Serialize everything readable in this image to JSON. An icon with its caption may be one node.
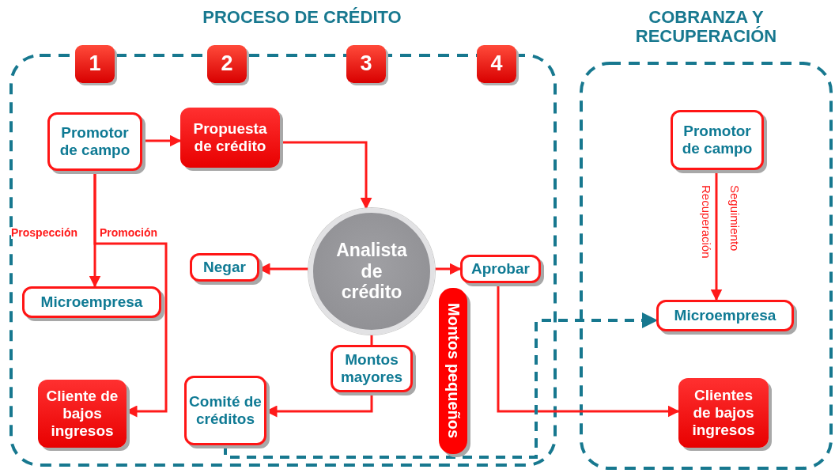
{
  "diagram": {
    "nodes": [
      {
        "text": [
          "PROCESO DE CRÉDITO"
        ]
      },
      {
        "text": [
          "COBRANZA Y RECUPERACIÓN"
        ]
      },
      {
        "text": [
          "1"
        ]
      },
      {
        "text": [
          "2"
        ]
      },
      {
        "text": [
          "3"
        ]
      },
      {
        "text": [
          "4"
        ]
      },
      {
        "text": [
          "Promotor de campo"
        ],
        "in": 0
      },
      {
        "text": [
          "Propuesta de crédito"
        ],
        "in": 0
      },
      {
        "text": [
          "Analista de crédito"
        ],
        "in": 0
      },
      {
        "text": [
          "Negar"
        ],
        "in": 0
      },
      {
        "text": [
          "Aprobar"
        ],
        "in": 0
      },
      {
        "text": [
          "Microempresa"
        ],
        "in": 0
      },
      {
        "text": [
          "Cliente de bajos ingresos"
        ],
        "in": 0
      },
      {
        "text": [
          "Comité de créditos"
        ],
        "in": 0
      },
      {
        "text": [
          "Montos mayores"
        ],
        "in": 0
      },
      {
        "text": [
          "Montos pequeños"
        ],
        "in": 0
      },
      {
        "text": [
          "Promotor de campo"
        ],
        "in": 1
      },
      {
        "text": [
          "Microempresa"
        ],
        "in": 1
      },
      {
        "text": [
          "Clientes de bajos ingresos"
        ],
        "in": 1
      }
    ],
    "edges": [
      {
        "from": 6,
        "to": 7,
        "arrow": "to"
      },
      {
        "from": 7,
        "to": 8,
        "arrow": "to"
      },
      {
        "from": 6,
        "to": 11,
        "arrow": "to",
        "label": "Prospección"
      },
      {
        "from": 6,
        "to": 12,
        "arrow": "to",
        "label": "Promoción"
      },
      {
        "from": 8,
        "to": 9,
        "arrow": "to"
      },
      {
        "from": 8,
        "to": 10,
        "arrow": "to"
      },
      {
        "from": 8,
        "to": 14,
        "arrow": "none"
      },
      {
        "from": 14,
        "to": 13,
        "arrow": "to"
      },
      {
        "from": 10,
        "to": 18,
        "arrow": "to"
      },
      {
        "from": 16,
        "to": 17,
        "arrow": "to",
        "label": "Recuperación"
      },
      {
        "from": 13,
        "to": 17,
        "arrow": "to",
        "style": "dashed",
        "color": "#17788f"
      }
    ],
    "labels": [
      "Seguimiento"
    ]
  }
}
